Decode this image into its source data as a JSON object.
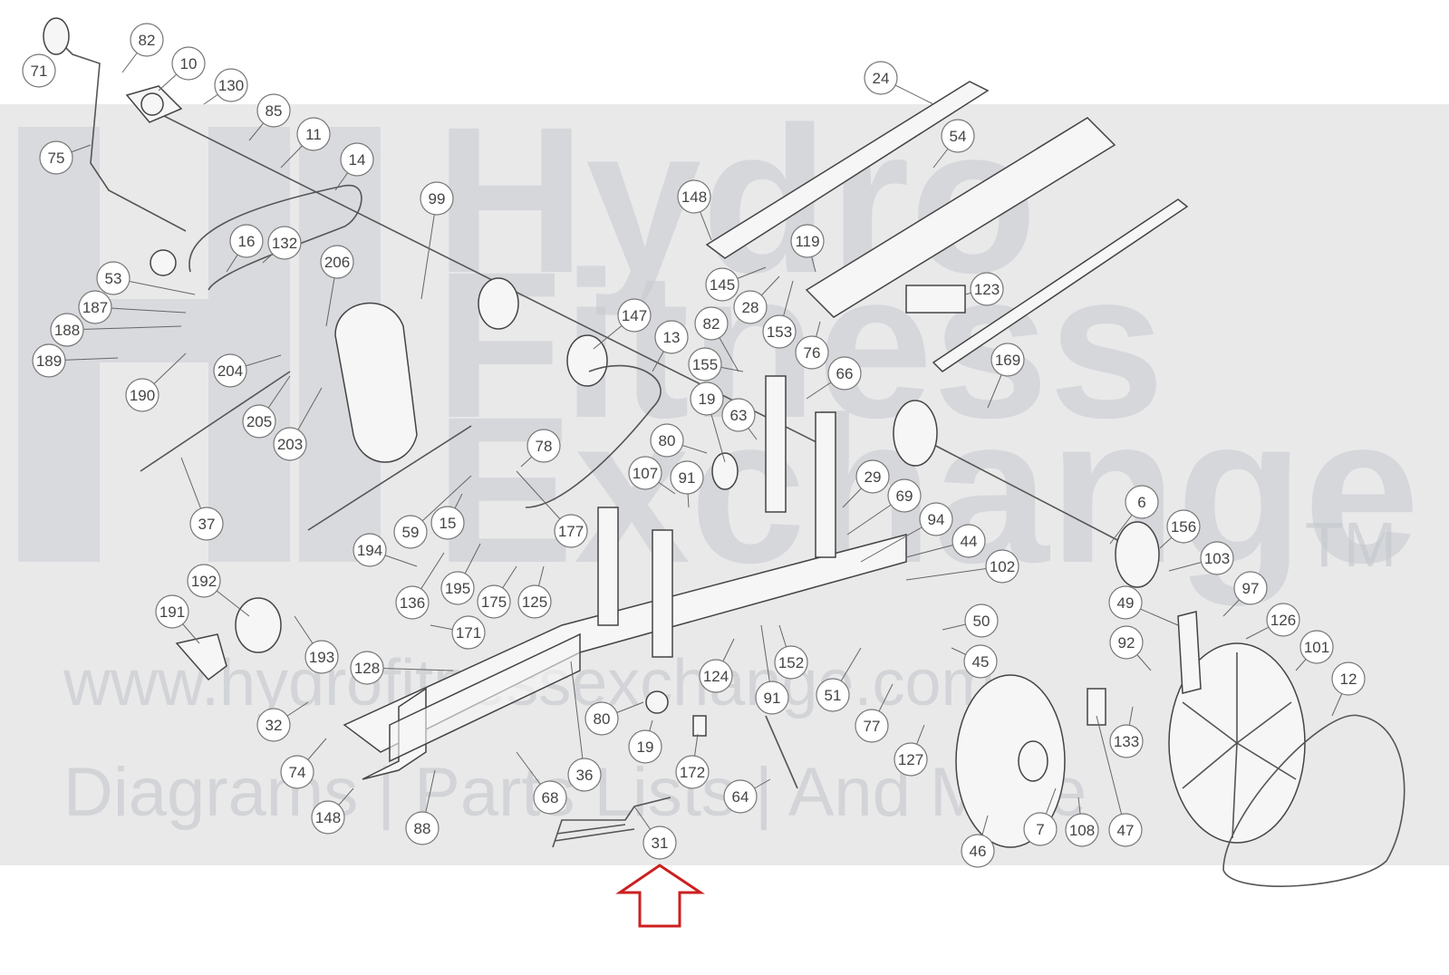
{
  "watermark": {
    "brand_line1": "Hydro",
    "brand_line2": "Fitness",
    "brand_line3": "Exchange",
    "trademark": "TM",
    "website": "www.hydrofitnessexchange.com",
    "tagline": "Diagrams | Parts Lists | And More"
  },
  "highlight_arrow": {
    "color": "#cc1f1f",
    "points_to": "31"
  },
  "callouts": [
    "71",
    "82",
    "10",
    "130",
    "85",
    "11",
    "75",
    "14",
    "99",
    "16",
    "132",
    "53",
    "187",
    "188",
    "189",
    "190",
    "206",
    "204",
    "205",
    "203",
    "37",
    "147",
    "13",
    "82",
    "155",
    "19",
    "63",
    "80",
    "107",
    "91",
    "78",
    "15",
    "59",
    "177",
    "194",
    "136",
    "195",
    "175",
    "125",
    "192",
    "191",
    "193",
    "171",
    "128",
    "32",
    "74",
    "148",
    "88",
    "24",
    "54",
    "148",
    "119",
    "145",
    "28",
    "153",
    "76",
    "123",
    "169",
    "66",
    "29",
    "69",
    "94",
    "44",
    "102",
    "6",
    "156",
    "103",
    "97",
    "126",
    "49",
    "92",
    "101",
    "12",
    "50",
    "45",
    "152",
    "91",
    "124",
    "51",
    "77",
    "127",
    "64",
    "80",
    "19",
    "172",
    "36",
    "68",
    "31",
    "46",
    "7",
    "108",
    "47",
    "133"
  ]
}
